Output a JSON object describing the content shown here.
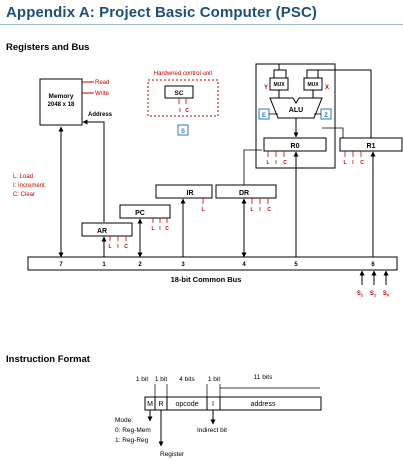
{
  "title": "Appendix A: Project Basic Computer (PSC)",
  "section_registers": "Registers and Bus",
  "section_format": "Instruction Format",
  "memory": {
    "name": "Memory",
    "size": "2048 x 18",
    "read": "Read",
    "write": "Write",
    "address": "Address"
  },
  "control": {
    "label": "Hardwired control unit",
    "sc": "SC",
    "s": "S"
  },
  "legend": [
    "L: Load",
    "I: Increment",
    "C: Clear"
  ],
  "ctrl_letters": {
    "l": "L",
    "i": "I",
    "c": "C"
  },
  "registers": {
    "ar": "AR",
    "pc": "PC",
    "ir": "IR",
    "dr": "DR",
    "r0": "R0",
    "r1": "R1"
  },
  "alu": {
    "label": "ALU",
    "mux": "MUX",
    "y": "Y",
    "x": "X",
    "e": "E",
    "z": "Z"
  },
  "bus": {
    "label": "18-bit Common Bus",
    "numbers": [
      "7",
      "1",
      "2",
      "3",
      "4",
      "5",
      "6"
    ],
    "select": [
      {
        "s": "S",
        "sub": "2"
      },
      {
        "s": "S",
        "sub": "1"
      },
      {
        "s": "S",
        "sub": "0"
      }
    ]
  },
  "instruction": {
    "widths": [
      "1 bit",
      "1 bit",
      "4 bits",
      "1 bit",
      "11 bits"
    ],
    "fields": [
      "M",
      "R",
      "opcode",
      "I",
      "address"
    ],
    "mode_title": "Mode:",
    "mode_0": "0: Reg-Mem",
    "mode_1": "1: Reg-Reg",
    "register_label": "Register",
    "indirect_label": "Indirect bit"
  },
  "colors": {
    "title": "#1f4e79",
    "control": "#c00000",
    "accent_box": "#2e75b6"
  }
}
